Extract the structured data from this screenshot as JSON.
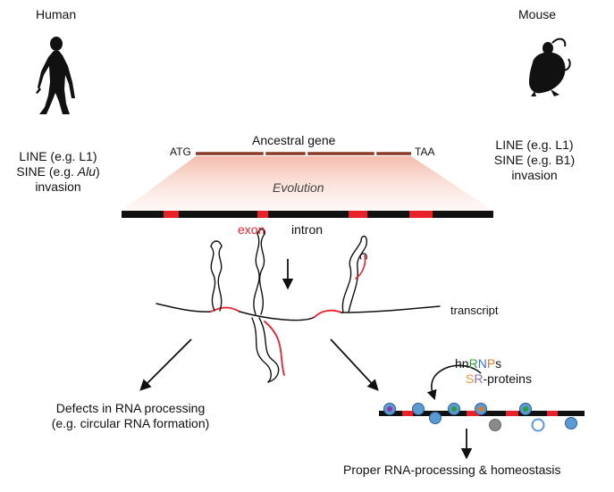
{
  "species": {
    "human": {
      "label": "Human"
    },
    "mouse": {
      "label": "Mouse"
    }
  },
  "human_repeats": {
    "line1": "LINE (e.g. L1)",
    "line2_prefix": "SINE (e.g. ",
    "line2_italic": "Alu",
    "line2_suffix": ")",
    "line3": "invasion"
  },
  "mouse_repeats": {
    "line1": "LINE (e.g. L1)",
    "line2": "SINE (e.g. B1)",
    "line3": "invasion"
  },
  "ancestral_gene": {
    "title": "Ancestral gene",
    "start_codon": "ATG",
    "stop_codon": "TAA"
  },
  "evolution": {
    "label": "Evolution"
  },
  "gene_legend": {
    "exon": "exon",
    "intron": "intron"
  },
  "transcript": {
    "label": "transcript"
  },
  "outcomes": {
    "defects_line1": "Defects in RNA processing",
    "defects_line2": "(e.g. circular RNA formation)",
    "proper": "Proper RNA-processing & homeostasis"
  },
  "proteins": {
    "hnrnp_parts": [
      "hn",
      "R",
      "N",
      "P",
      "s"
    ],
    "sr_parts": [
      "S",
      "R",
      "-proteins"
    ]
  },
  "colors": {
    "exon_red": "#e8202a",
    "intron_black": "#111111",
    "ancestral_brown": "#8b3a2a",
    "rnp_green": "#2e9e3a",
    "rnp_blue": "#3a6fd8",
    "rnp_orange": "#e07a1f",
    "sr_orange": "#f0913a",
    "sr_purple": "#8a6cc0",
    "protein_blue": "#5b9bd5",
    "protein_grey": "#8a8a8a"
  }
}
